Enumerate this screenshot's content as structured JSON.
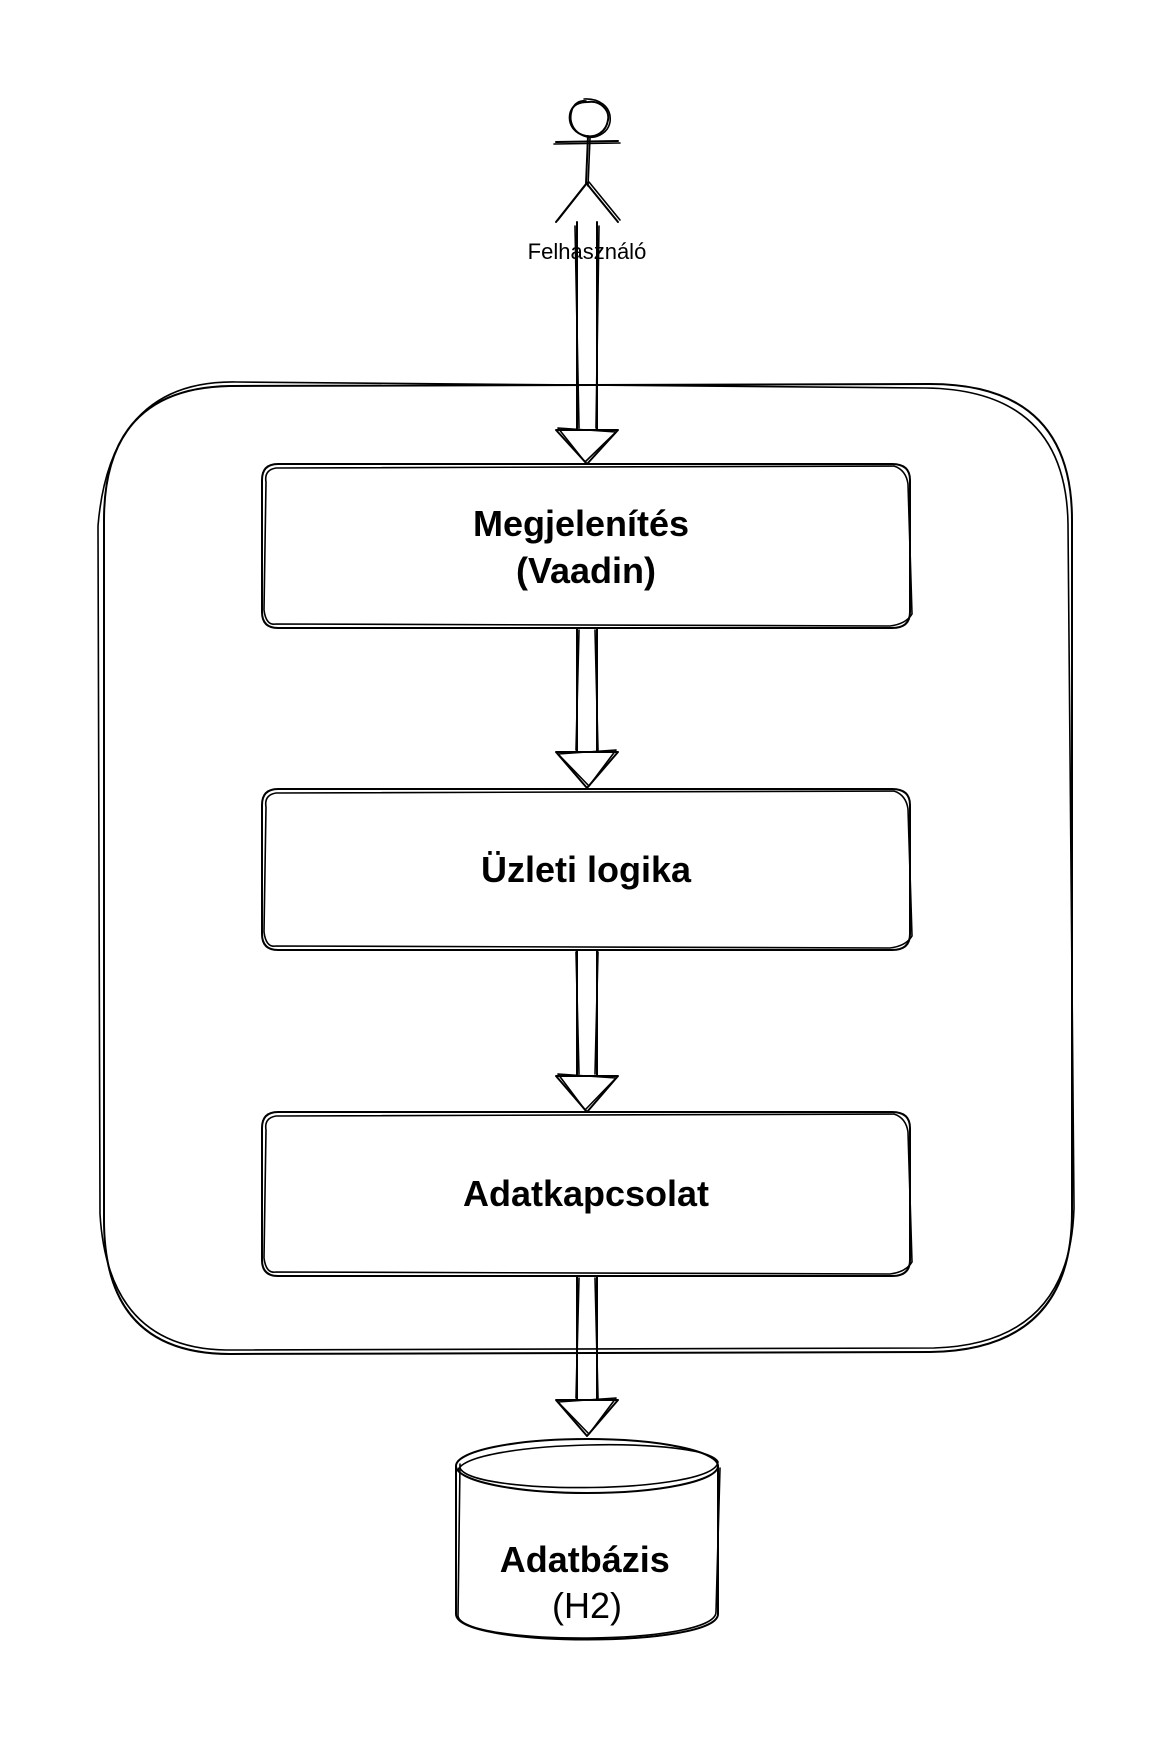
{
  "actor": {
    "label": "Felhasználó"
  },
  "layers": [
    {
      "line1": "Megjelenítés",
      "line2": "(Vaadin)"
    },
    {
      "line1": "Üzleti logika"
    },
    {
      "line1": "Adatkapcsolat"
    }
  ],
  "database": {
    "title": "Adatbázis",
    "subtitle": "(H2)"
  },
  "colors": {
    "stroke": "#000000",
    "background": "#ffffff"
  }
}
